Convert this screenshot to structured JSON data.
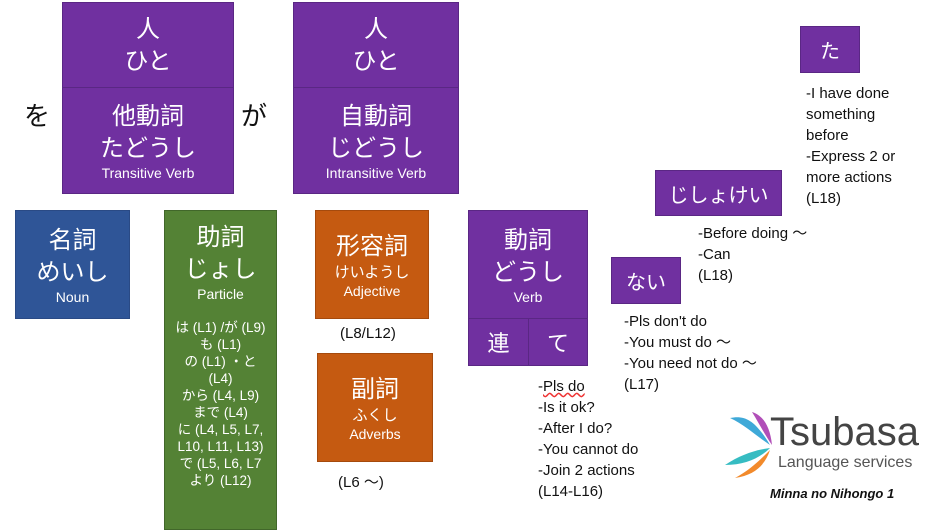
{
  "particles": {
    "wo": "を",
    "ga": "が"
  },
  "transitive": {
    "top_kanji": "人",
    "top_kana": "ひと",
    "kanji": "他動詞",
    "kana": "たどうし",
    "english": "Transitive Verb"
  },
  "intransitive": {
    "top_kanji": "人",
    "top_kana": "ひと",
    "kanji": "自動詞",
    "kana": "じどうし",
    "english": "Intransitive Verb"
  },
  "noun": {
    "kanji": "名詞",
    "kana": "めいし",
    "english": "Noun"
  },
  "particle": {
    "kanji": "助詞",
    "kana": "じょし",
    "english": "Particle",
    "items": [
      "は (L1) /が (L9)",
      "も (L1)",
      "の (L1) ・と",
      "(L4)",
      "から (L4, L9)",
      "まで (L4)",
      "に (L4, L5, L7,",
      "L10, L11, L13)",
      "で (L5, L6, L7",
      "より (L12)"
    ]
  },
  "adjective": {
    "kanji": "形容詞",
    "kana": "けいようし",
    "english": "Adjective",
    "lessons": "(L8/L12)"
  },
  "adverb": {
    "kanji": "副詞",
    "kana": "ふくし",
    "english": "Adverbs",
    "lessons": "(L6 〜)"
  },
  "verb": {
    "kanji": "動詞",
    "kana": "どうし",
    "english": "Verb",
    "ren": "連",
    "te": "て",
    "te_uses": [
      "-Pls do",
      "-Is it ok?",
      "-After I do?",
      "-You cannot do",
      "-Join 2 actions",
      "(L14-L16)"
    ]
  },
  "nai": {
    "label": "ない",
    "uses": [
      "-Pls don't do",
      "-You must do 〜",
      "-You need not do 〜",
      "(L17)"
    ]
  },
  "jishokei": {
    "label": "じしょけい",
    "uses": [
      "-Before doing 〜",
      "-Can",
      "(L18)"
    ]
  },
  "ta": {
    "label": "た",
    "uses": [
      "-I have done",
      "something",
      "before",
      "-Express 2 or",
      "more actions",
      "(L18)"
    ]
  },
  "logo": {
    "name": "Tsubasa",
    "tagline": "Language services"
  },
  "footer": "Minna no Nihongo 1",
  "colors": {
    "purple": "#7030A0",
    "blue": "#2F5597",
    "green": "#548235",
    "orange": "#C55A11"
  }
}
